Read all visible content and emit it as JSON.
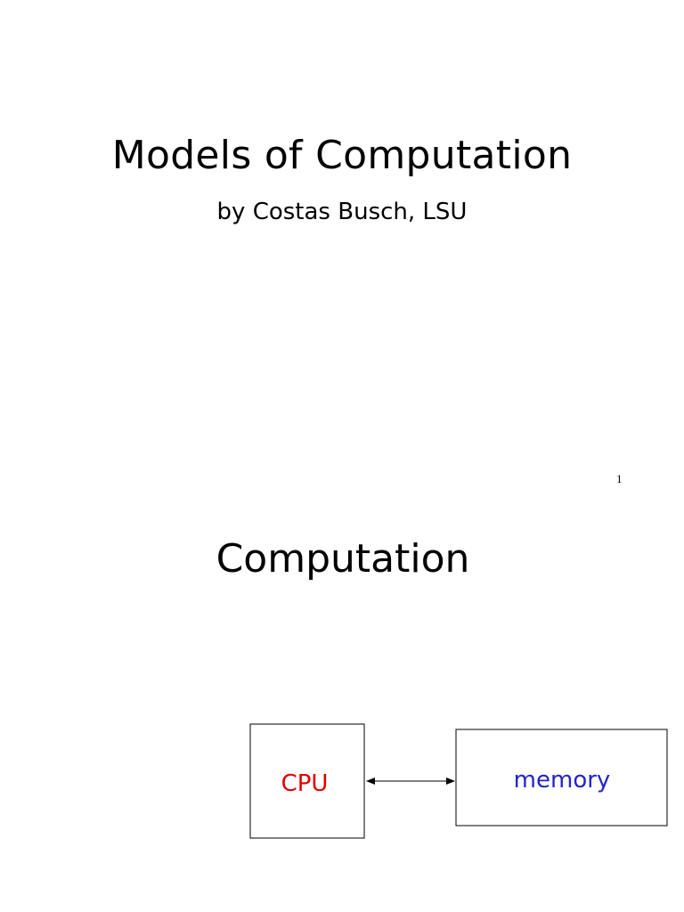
{
  "slide1": {
    "title": "Models of Computation",
    "subtitle": "by Costas Busch, LSU",
    "page_number": "1"
  },
  "slide2": {
    "title": "Computation",
    "diagram": {
      "cpu_label": "CPU",
      "memory_label": "memory",
      "colors": {
        "cpu_text": "#e00000",
        "memory_text": "#2323cc",
        "box_stroke": "#000000"
      }
    }
  }
}
